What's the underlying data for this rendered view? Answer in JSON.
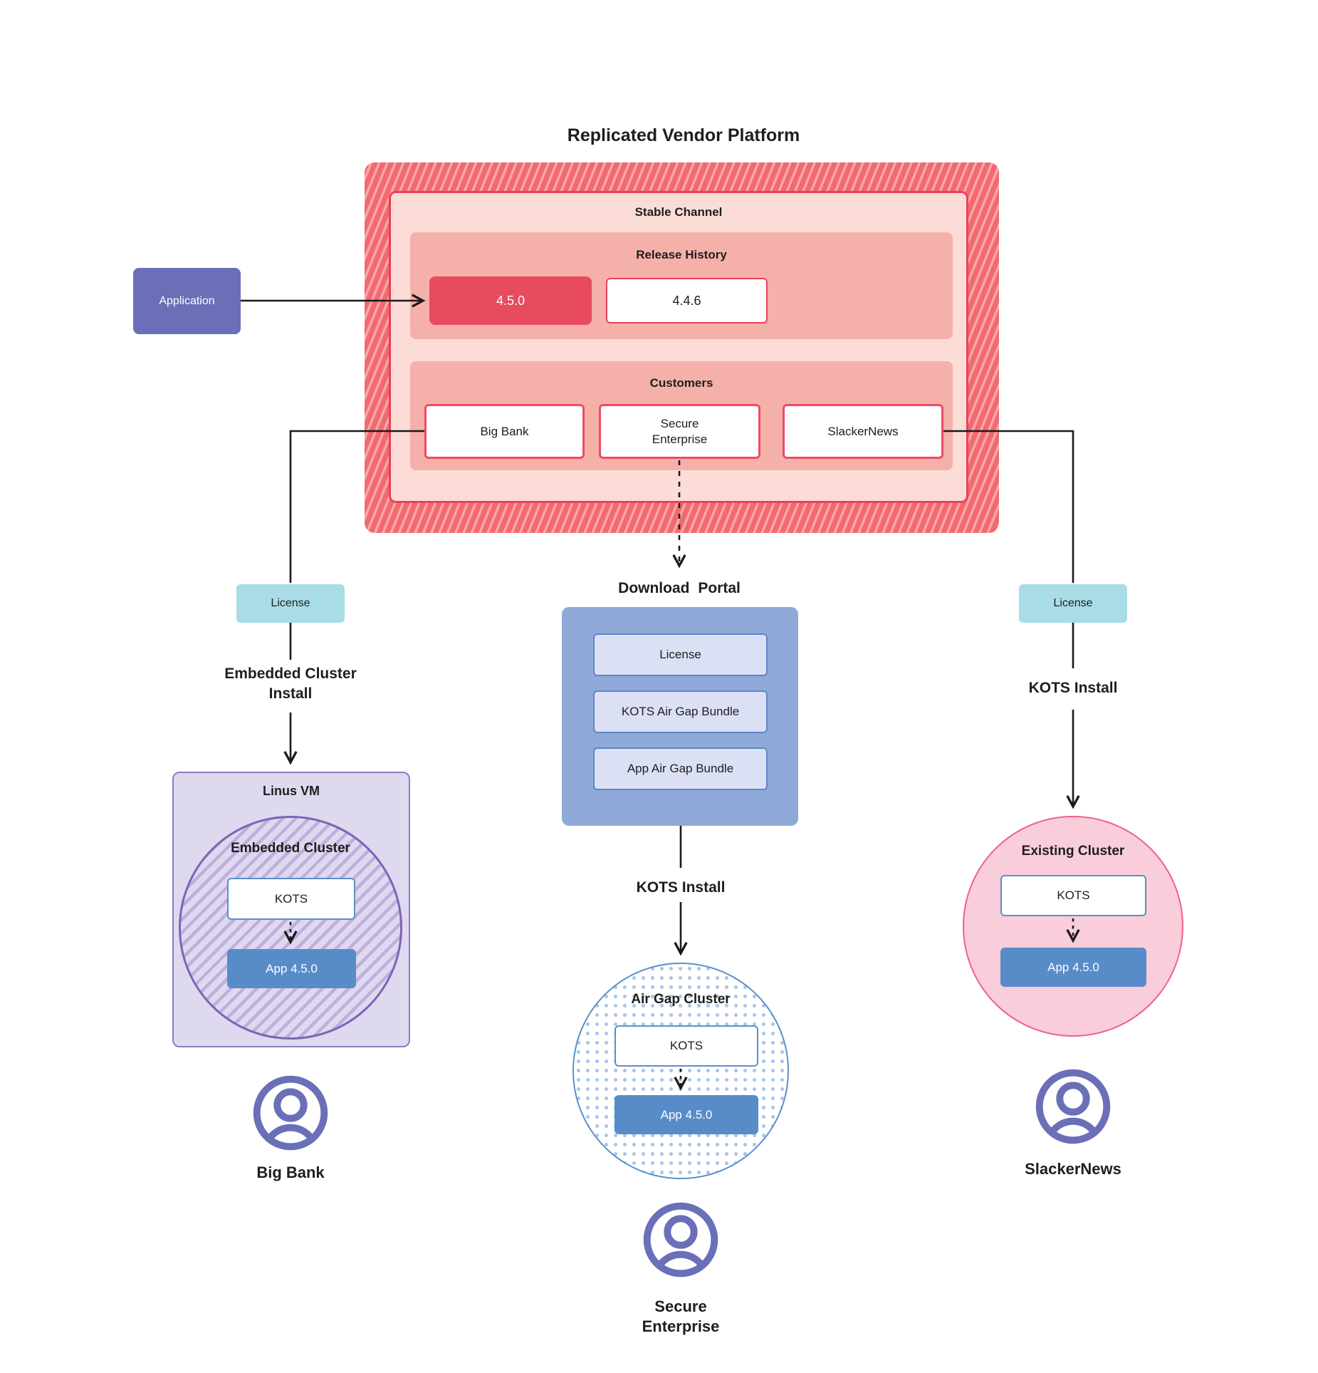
{
  "title": "Replicated Vendor Platform",
  "application": {
    "label": "Application"
  },
  "platform": {
    "stable_channel": {
      "label": "Stable Channel",
      "release_history": {
        "label": "Release History",
        "releases": [
          {
            "version": "4.5.0",
            "highlighted": true
          },
          {
            "version": "4.4.6",
            "highlighted": false
          }
        ]
      },
      "customers": {
        "label": "Customers",
        "items": [
          {
            "name": "Big Bank"
          },
          {
            "name": "Secure Enterprise"
          },
          {
            "name": "SlackerNews"
          }
        ]
      }
    }
  },
  "flows": {
    "big_bank": {
      "license_label": "License",
      "install_label": "Embedded Cluster Install",
      "vm_label": "Linus VM",
      "cluster_label": "Embedded Cluster",
      "kots_label": "KOTS",
      "app_label": "App 4.5.0",
      "user_label": "Big Bank"
    },
    "secure_enterprise": {
      "portal_label": "Download Portal",
      "portal_items": [
        {
          "label": "License"
        },
        {
          "label": "KOTS Air Gap Bundle"
        },
        {
          "label": "App Air Gap Bundle"
        }
      ],
      "install_label": "KOTS Install",
      "cluster_label": "Air Gap Cluster",
      "kots_label": "KOTS",
      "app_label": "App 4.5.0",
      "user_label": "Secure Enterprise"
    },
    "slackernews": {
      "license_label": "License",
      "install_label": "KOTS Install",
      "cluster_label": "Existing Cluster",
      "kots_label": "KOTS",
      "app_label": "App 4.5.0",
      "user_label": "SlackerNews"
    }
  },
  "colors": {
    "platform_hatch_base": "#f2696f",
    "platform_hatch_stripe": "#f8a6a9",
    "channel_fill": "#fcdcd7",
    "channel_border": "#ea4159",
    "section_fill": "#f5b0aa",
    "release_current_fill": "#e84a5f",
    "application_fill": "#6a6fb8",
    "license_fill": "#a8dce6",
    "portal_fill": "#8fa9d9",
    "portal_item_fill": "#dbe0f5",
    "blue_border": "#5b8fc9",
    "app_fill": "#588cc9",
    "vm_fill": "#ded9ee",
    "vm_border": "#9179c5",
    "embedded_circle_border": "#7e63b7",
    "embedded_hatch_stripe": "#bfaede",
    "airgap_dot": "#aac7ea",
    "existing_fill": "#f9cdda",
    "existing_border": "#f0608a",
    "user_icon": "#6a6fb8",
    "connector": "#1a1a1a"
  }
}
